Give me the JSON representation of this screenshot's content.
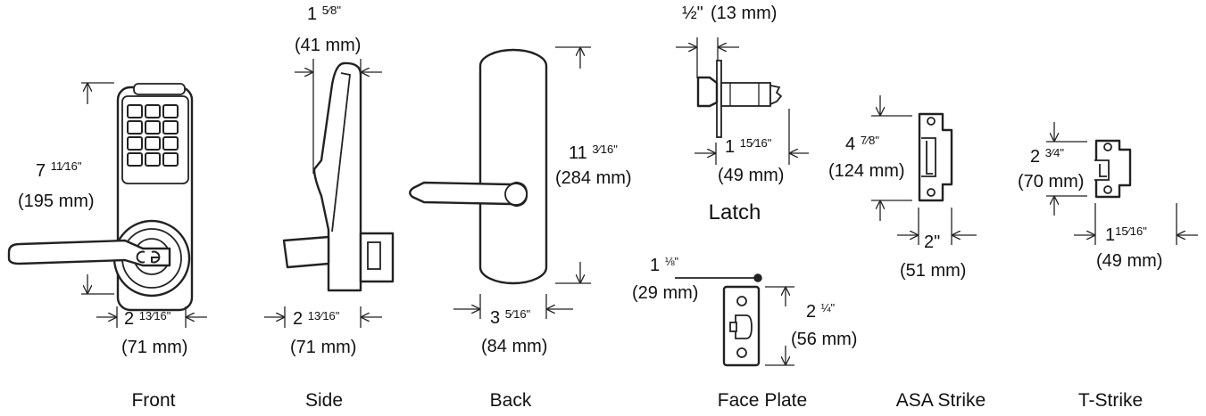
{
  "views": {
    "front": {
      "caption": "Front",
      "height_imperial_whole": "7",
      "height_imperial_frac": "11⁄16\"",
      "height_metric": "(195 mm)",
      "width_imperial_whole": "2",
      "width_imperial_frac": "13⁄16\"",
      "width_metric": "(71 mm)"
    },
    "side": {
      "caption": "Side",
      "depth_imperial_whole": "1",
      "depth_imperial_frac": "5⁄8\"",
      "depth_metric": "(41 mm)",
      "width_imperial_whole": "2",
      "width_imperial_frac": "13⁄16\"",
      "width_metric": "(71 mm)"
    },
    "back": {
      "caption": "Back",
      "height_imperial_whole": "11",
      "height_imperial_frac": "3⁄16\"",
      "height_metric": "(284 mm)",
      "width_imperial_whole": "3",
      "width_imperial_frac": "5⁄16\"",
      "width_metric": "(84 mm)"
    },
    "latch": {
      "caption": "Latch",
      "top_imperial": "½\"",
      "top_metric": "(13 mm)",
      "length_imperial_whole": "1",
      "length_imperial_frac": "15⁄16\"",
      "length_metric": "(49 mm)"
    },
    "face_plate": {
      "caption": "Face Plate",
      "width_imperial_whole": "1",
      "width_imperial_frac": "⅛\"",
      "width_metric": "(29 mm)",
      "height_imperial_whole": "2",
      "height_imperial_frac": "¼\"",
      "height_metric": "(56 mm)"
    },
    "asa_strike": {
      "caption": "ASA Strike",
      "height_imperial_whole": "4",
      "height_imperial_frac": "7⁄8\"",
      "height_metric": "(124 mm)",
      "width_imperial": "2\"",
      "width_metric": "(51 mm)"
    },
    "t_strike": {
      "caption": "T-Strike",
      "height_imperial_whole": "2",
      "height_imperial_frac": "3⁄4\"",
      "height_metric": "(70 mm)",
      "width_imperial_whole": "1",
      "width_imperial_frac": "15⁄16\"",
      "width_metric": "(49 mm)"
    }
  }
}
